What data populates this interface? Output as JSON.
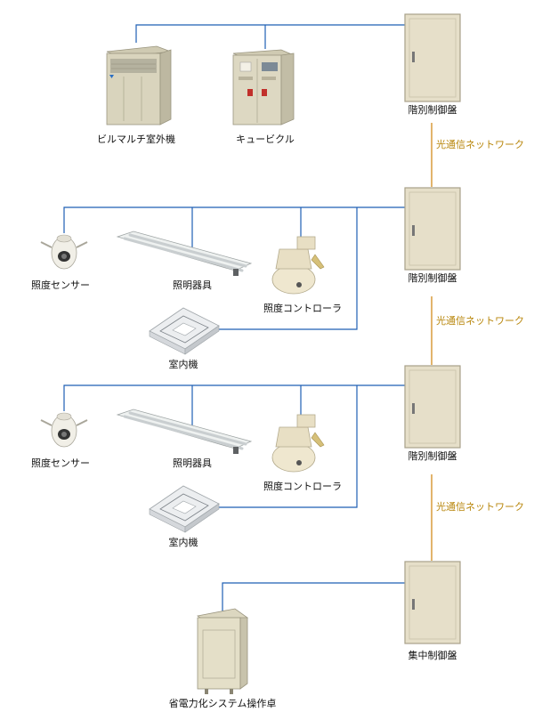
{
  "labels": {
    "outdoor_unit": "ビルマルチ室外機",
    "cubicle": "キュービクル",
    "panel_1": "階別制御盤",
    "panel_2": "階別制御盤",
    "panel_3": "階別制御盤",
    "panel_central": "集中制御盤",
    "fiber_1": "光通信ネットワーク",
    "fiber_2": "光通信ネットワーク",
    "fiber_3": "光通信ネットワーク",
    "floor_1": {
      "sensor": "照度センサー",
      "light": "照明器具",
      "controller": "照度コントローラ",
      "indoor_unit": "室内機"
    },
    "floor_2": {
      "sensor": "照度センサー",
      "light": "照明器具",
      "controller": "照度コントローラ",
      "indoor_unit": "室内機"
    },
    "console": "省電力化システム操作卓"
  },
  "colors": {
    "wire": "#1f5fb5",
    "fiber": "#d99a3a",
    "panel": "#e6dfc9",
    "panel_edge": "#a8a18a",
    "equipment": "#d9d4bd",
    "fixture": "#f1efe7"
  }
}
